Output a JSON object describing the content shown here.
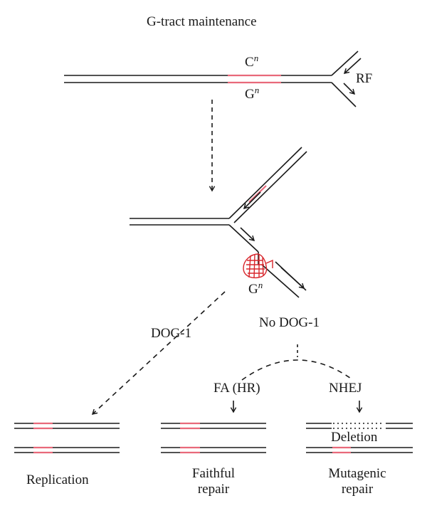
{
  "title": "G-tract maintenance",
  "labels": {
    "c_strand": "C",
    "g_strand": "G",
    "superscript_n": "n",
    "replication_fork": "RF",
    "g4_label": "G",
    "dog1": "DOG-1",
    "no_dog1": "No DOG-1",
    "fa_hr": "FA (HR)",
    "nhej": "NHEJ",
    "deletion": "Deletion"
  },
  "outcomes": {
    "replication": "Replication",
    "faithful_line1": "Faithful",
    "faithful_line2": "repair",
    "mutagenic_line1": "Mutagenic",
    "mutagenic_line2": "repair"
  },
  "colors": {
    "strand": "#1a1a1a",
    "g_tract": "#e8697a",
    "g_quadruplex": "#d8262c"
  }
}
